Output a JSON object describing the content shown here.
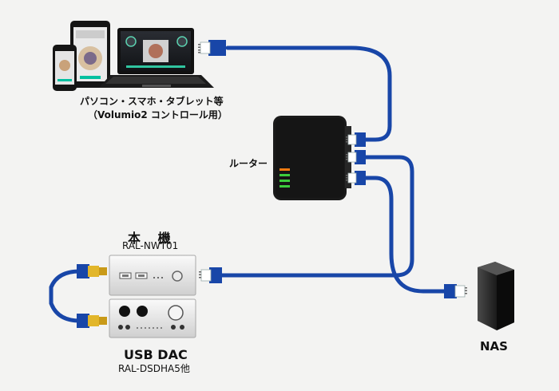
{
  "labels": {
    "devices": "パソコン・スマホ・タブレット等",
    "volumio": "（Volumio2 コントロール用）",
    "router": "ルーター",
    "main_unit_title": "本 機",
    "main_unit_model": "RAL-NWT01",
    "dac_title": "USB DAC",
    "dac_model": "RAL-DSDHA5他",
    "nas": "NAS"
  },
  "colors": {
    "background": "#f3f3f2",
    "cable_blue": "#1846a8",
    "usb_gold": "#e2b62a",
    "router_body": "#151515",
    "led_orange": "#f07a10",
    "led_green": "#3ccd3c"
  },
  "icons": [
    "laptop-icon",
    "smartphone-icon",
    "tablet-icon",
    "router-icon",
    "nas-icon",
    "streamer-icon",
    "usb-dac-icon",
    "ethernet-connector-icon",
    "usb-connector-icon"
  ]
}
